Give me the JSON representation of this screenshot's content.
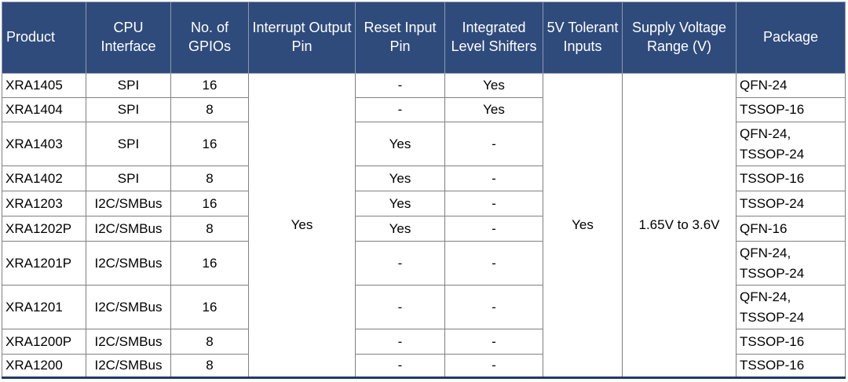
{
  "table": {
    "columns": [
      "Product",
      "CPU Interface",
      "No. of GPIOs",
      "Interrupt Output Pin",
      "Reset Input Pin",
      "Integrated Level Shifters",
      "5V Tolerant Inputs",
      "Supply Voltage Range (V)",
      "Package"
    ],
    "merged": {
      "interrupt_output_pin": "Yes",
      "five_v_tolerant_inputs": "Yes",
      "supply_voltage_range": "1.65V to 3.6V"
    },
    "rows": [
      {
        "product": "XRA1405",
        "cpu_interface": "SPI",
        "gpios": "16",
        "reset_input_pin": "-",
        "level_shifters": "Yes",
        "package": "QFN-24"
      },
      {
        "product": "XRA1404",
        "cpu_interface": "SPI",
        "gpios": "8",
        "reset_input_pin": "-",
        "level_shifters": "Yes",
        "package": "TSSOP-16"
      },
      {
        "product": "XRA1403",
        "cpu_interface": "SPI",
        "gpios": "16",
        "reset_input_pin": "Yes",
        "level_shifters": "-",
        "package": "QFN-24,\nTSSOP-24"
      },
      {
        "product": "XRA1402",
        "cpu_interface": "SPI",
        "gpios": "8",
        "reset_input_pin": "Yes",
        "level_shifters": "-",
        "package": "TSSOP-16"
      },
      {
        "product": "XRA1203",
        "cpu_interface": "I2C/SMBus",
        "gpios": "16",
        "reset_input_pin": "Yes",
        "level_shifters": "-",
        "package": "TSSOP-24"
      },
      {
        "product": "XRA1202P",
        "cpu_interface": "I2C/SMBus",
        "gpios": "8",
        "reset_input_pin": "Yes",
        "level_shifters": "-",
        "package": "QFN-16"
      },
      {
        "product": "XRA1201P",
        "cpu_interface": "I2C/SMBus",
        "gpios": "16",
        "reset_input_pin": "-",
        "level_shifters": "-",
        "package": "QFN-24,\nTSSOP-24"
      },
      {
        "product": "XRA1201",
        "cpu_interface": "I2C/SMBus",
        "gpios": "16",
        "reset_input_pin": "-",
        "level_shifters": "-",
        "package": "QFN-24,\nTSSOP-24"
      },
      {
        "product": "XRA1200P",
        "cpu_interface": "I2C/SMBus",
        "gpios": "8",
        "reset_input_pin": "-",
        "level_shifters": "-",
        "package": "TSSOP-16"
      },
      {
        "product": "XRA1200",
        "cpu_interface": "I2C/SMBus",
        "gpios": "8",
        "reset_input_pin": "-",
        "level_shifters": "-",
        "package": "TSSOP-16"
      }
    ],
    "colors": {
      "header_bg": "#2F4B7C",
      "header_text": "#FFFFFF",
      "body_text": "#000000",
      "grid_border": "#808080",
      "bottom_border": "#1F3A66"
    }
  }
}
